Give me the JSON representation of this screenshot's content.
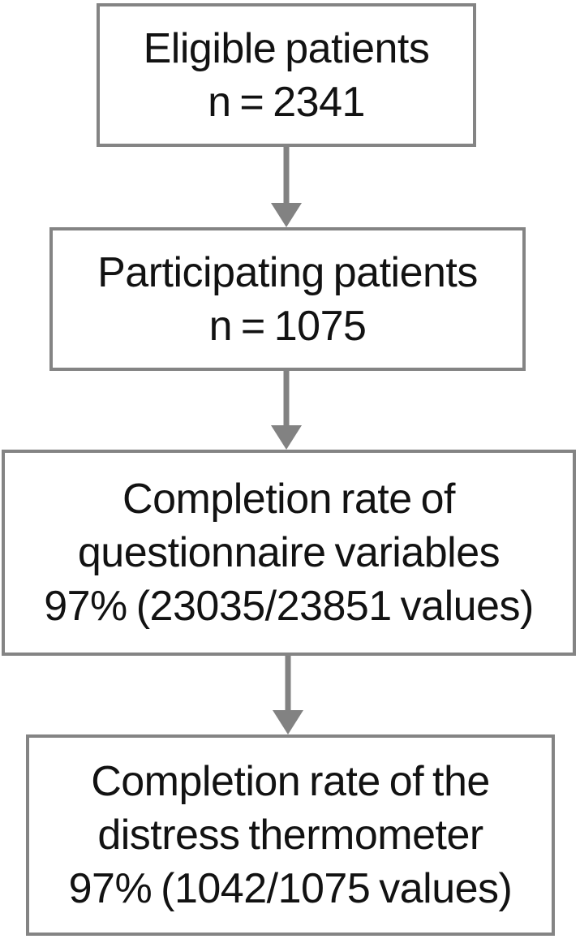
{
  "diagram": {
    "type": "flowchart",
    "direction": "top-down",
    "background_color": "#ffffff",
    "box_border_color": "#848484",
    "arrow_color": "#828282",
    "text_color": "#121212",
    "nodes": [
      {
        "id": "eligible-patients",
        "lines": [
          "Eligible patients",
          "n = 2341"
        ]
      },
      {
        "id": "participating-patients",
        "lines": [
          "Participating patients",
          "n = 1075"
        ]
      },
      {
        "id": "questionnaire-completion-rate",
        "lines": [
          "Completion rate of",
          "questionnaire variables",
          "97% (23035/23851 values)"
        ]
      },
      {
        "id": "distress-thermometer-completion-rate",
        "lines": [
          "Completion rate of the",
          "distress thermometer",
          "97% (1042/1075 values)"
        ]
      }
    ],
    "edges": [
      {
        "from": "eligible-patients",
        "to": "participating-patients"
      },
      {
        "from": "participating-patients",
        "to": "questionnaire-completion-rate"
      },
      {
        "from": "questionnaire-completion-rate",
        "to": "distress-thermometer-completion-rate"
      }
    ]
  }
}
